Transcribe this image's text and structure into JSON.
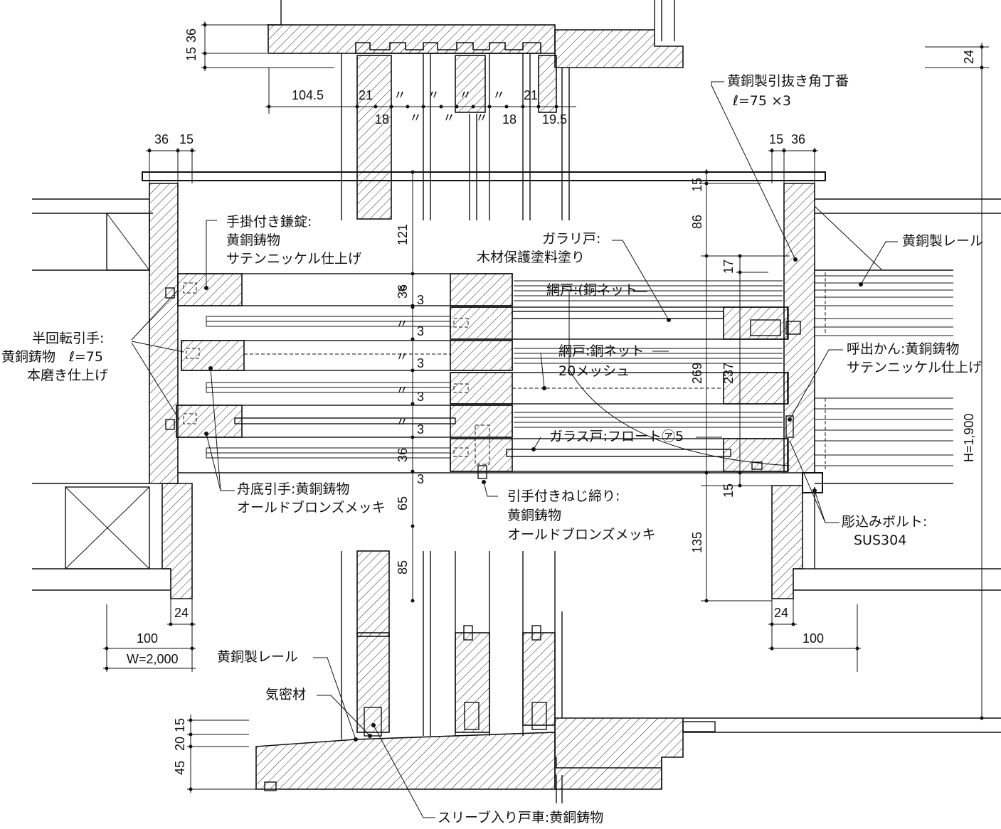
{
  "labels": {
    "kakegane": [
      "手掛付き鎌錠:",
      "黄銅鋳物",
      "サテンニッケル仕上げ"
    ],
    "handle_half": [
      "半回転引手:",
      "黄銅鋳物　ℓ=75",
      "本磨き仕上げ"
    ],
    "funazoko": [
      "舟底引手:黄銅鋳物",
      "オールドブロンズメッキ"
    ],
    "galari": [
      "ガラリ戸:",
      "木材保護塗料塗り"
    ],
    "amido1": "網戸:(銅ネット",
    "amido2": [
      "網戸:銅ネット",
      "20メッシュ"
    ],
    "glass": "ガラス戸:フロート㋐5",
    "screw": [
      "引手付きねじ締り:",
      "黄銅鋳物",
      "オールドブロンズメッキ"
    ],
    "hinge": [
      "黄銅製引抜き角丁番",
      "ℓ=75 ×3"
    ],
    "rail_right": "黄銅製レール",
    "yobidashi": [
      "呼出かん:黄銅鋳物",
      "サテンニッケル仕上げ"
    ],
    "bolt": [
      "彫込みボルト:",
      "SUS304"
    ],
    "rail_bottom": "黄銅製レール",
    "kimitsu": "気密材",
    "sleeve": "スリーブ入り戸車:黄銅鋳物"
  },
  "dims": {
    "top_v": [
      "15",
      "36"
    ],
    "top_h": [
      "104.5",
      "21",
      "18",
      "18",
      "21",
      "19.5"
    ],
    "left_top": [
      "36",
      "15"
    ],
    "right_top": [
      "15",
      "36"
    ],
    "top_right_v": "24",
    "center_v": [
      "121",
      "36",
      "3",
      "3",
      "3",
      "3",
      "3",
      "36",
      "3",
      "65",
      "85"
    ],
    "right_v": [
      "15",
      "86",
      "17",
      "269",
      "237",
      "15",
      "135"
    ],
    "height": "H=1,900",
    "left_bottom": [
      "24",
      "100",
      "W=2,000"
    ],
    "right_bottom": [
      "24",
      "100"
    ],
    "bottom_v": [
      "20",
      "15",
      "45"
    ]
  }
}
